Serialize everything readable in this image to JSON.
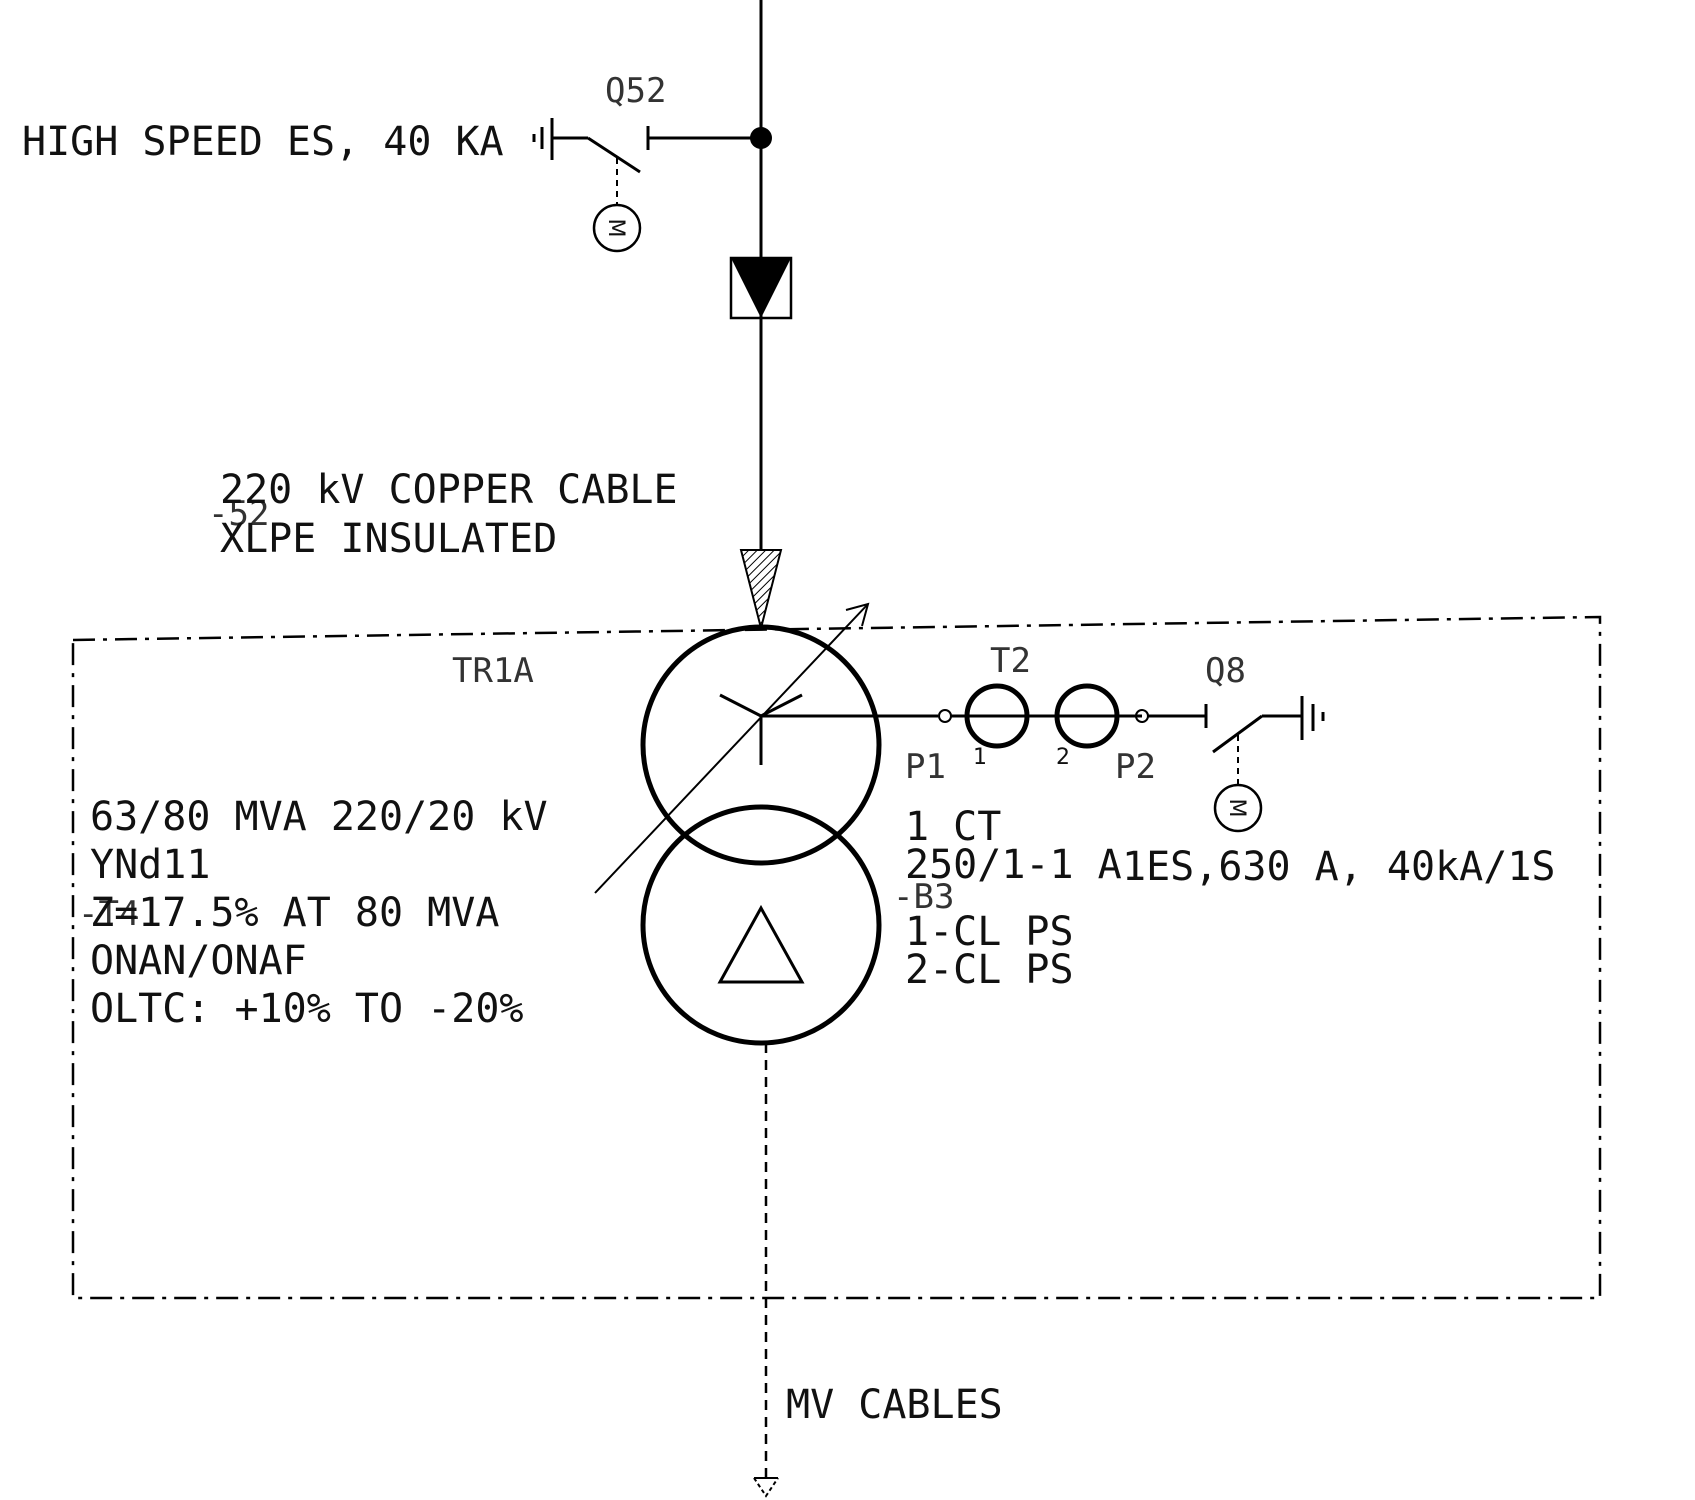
{
  "labels": {
    "q52": "Q52",
    "high_speed_es": "HIGH SPEED ES, 40 KA",
    "cable_line1": "220 kV COPPER CABLE",
    "cable_line2": "XLPE INSULATED",
    "cable_tag": "-52",
    "transformer_name": "TR1A",
    "ct_name": "T2",
    "earth_switch_name": "Q8",
    "p1": "P1",
    "p2": "P2",
    "ct_core1": "1",
    "ct_core2": "2",
    "transformer_specs": [
      "63/80 MVA 220/20 kV",
      "YNd11",
      "Z=17.5% AT 80 MVA",
      "ONAN/ONAF",
      "OLTC: +10% TO -20%"
    ],
    "transformer_tag": "-T4",
    "ct_specs": [
      "1 CT",
      "250/1-1 A",
      "1-CL PS",
      "2-CL PS"
    ],
    "ct_tag": "-B3",
    "earth_switch_spec": "1ES,630 A, 40kA/1S",
    "mv_cables": "MV CABLES",
    "motor_symbol": "M"
  }
}
